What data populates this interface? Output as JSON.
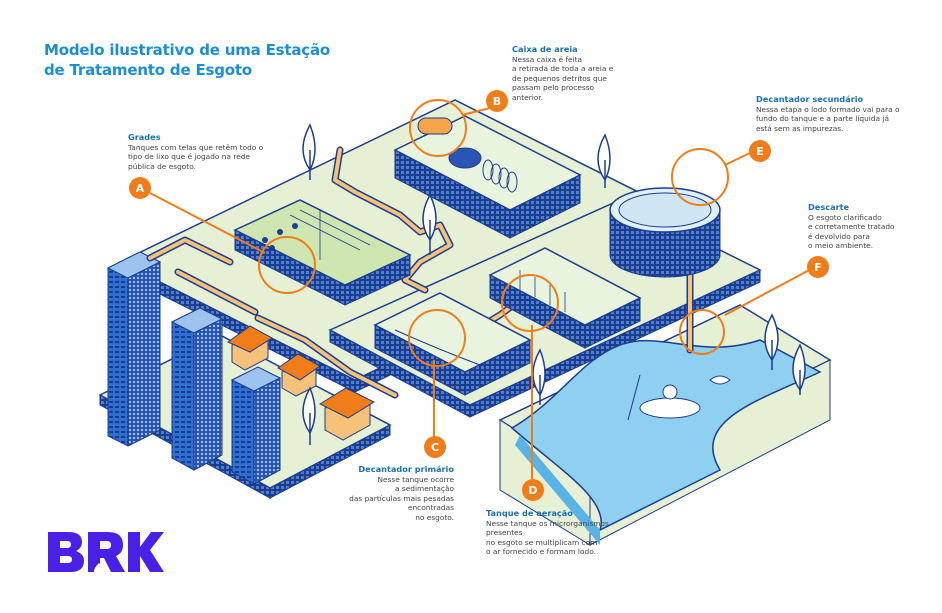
{
  "title": {
    "line1": "Modelo ilustrativo de uma Estação",
    "line2": "de Tratamento de Esgoto"
  },
  "colors": {
    "accent_orange": "#f07d1a",
    "title_blue": "#1b8fd6",
    "heading_blue": "#1b6fb6",
    "logo_purple": "#4a1fe6",
    "water": "#8fd0f0",
    "ground": "#e6f0d4",
    "structure_navy": "#1d3d8f"
  },
  "stages": [
    {
      "marker": "A",
      "heading": "Grades",
      "lines": [
        "Tanques com telas que retêm todo o",
        "tipo de lixo que é jogado na rede",
        "pública de esgoto."
      ]
    },
    {
      "marker": "B",
      "heading": "Caixa de areia",
      "lines": [
        "Nessa caixa é feita",
        "a retirada de toda a areia e",
        "de pequenos detritos que",
        "passam pelo processo",
        "anterior."
      ]
    },
    {
      "marker": "C",
      "heading": "Decantador primário",
      "lines": [
        "Nesse tanque ocorre",
        "a sedimentação",
        "das partículas mais pesadas",
        "encontradas",
        "no esgoto."
      ]
    },
    {
      "marker": "D",
      "heading": "Tanque de aeração",
      "lines": [
        "Nesse tanque os microrganismos",
        "presentes",
        "no esgoto se multiplicam com",
        "o ar fornecido e formam lodo."
      ]
    },
    {
      "marker": "E",
      "heading": "Decantador secundário",
      "lines": [
        "Nessa etapa o lodo formado vai para o",
        "fundo do tanque e a parte líquida já",
        "está sem as impurezas."
      ]
    },
    {
      "marker": "F",
      "heading": "Descarte",
      "lines": [
        "O esgoto clarificado",
        "e corretamente tratado",
        "é devolvido para",
        "o meio ambiente."
      ]
    }
  ],
  "logo": {
    "text": "BRK"
  }
}
